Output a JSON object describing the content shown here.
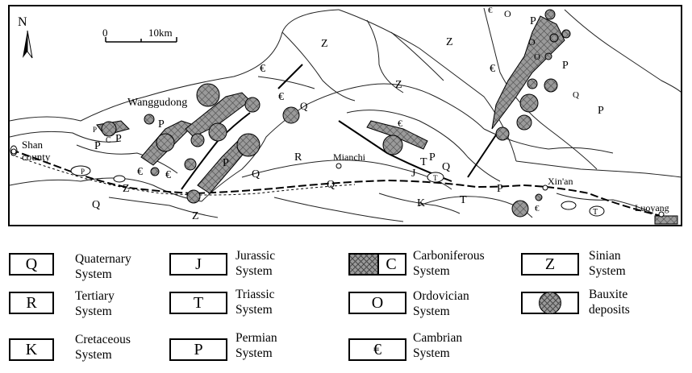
{
  "map": {
    "north": "N",
    "scale": {
      "zero": "0",
      "ten": "10km"
    },
    "places": {
      "shan": "Shan\ncounty",
      "wanggudong": "Wanggudong",
      "mianchi": "Mianchi",
      "xinan": "Xin'an",
      "luoyang": "Luoyang"
    },
    "units": {
      "Z": "Z",
      "Q": "Q",
      "P": "P",
      "R": "R",
      "J": "J",
      "T": "T",
      "K": "K",
      "O": "O",
      "cambrian": "€",
      "C": "C"
    }
  },
  "legend": {
    "items": [
      {
        "symbol": "Q",
        "label": "Quaternary\nSystem"
      },
      {
        "symbol": "R",
        "label": "Tertiary\nSystem"
      },
      {
        "symbol": "K",
        "label": "Cretaceous\nSystem"
      },
      {
        "symbol": "J",
        "label": "Jurassic\nSystem"
      },
      {
        "symbol": "T",
        "label": "Triassic\nSystem"
      },
      {
        "symbol": "P",
        "label": "Permian\nSystem"
      },
      {
        "symbol": "C",
        "label": "Carboniferous\nSystem"
      },
      {
        "symbol": "O",
        "label": "Ordovician\nSystem"
      },
      {
        "symbol": "€",
        "label": "Cambrian\nSystem"
      },
      {
        "symbol": "Z",
        "label": "Sinian\nSystem"
      },
      {
        "symbol": "",
        "label": "Bauxite\ndeposits"
      }
    ]
  },
  "colors": {
    "deposit_fill": "#9a9a9a",
    "hatch": "#555555",
    "line": "#000000",
    "road": "#000000"
  }
}
